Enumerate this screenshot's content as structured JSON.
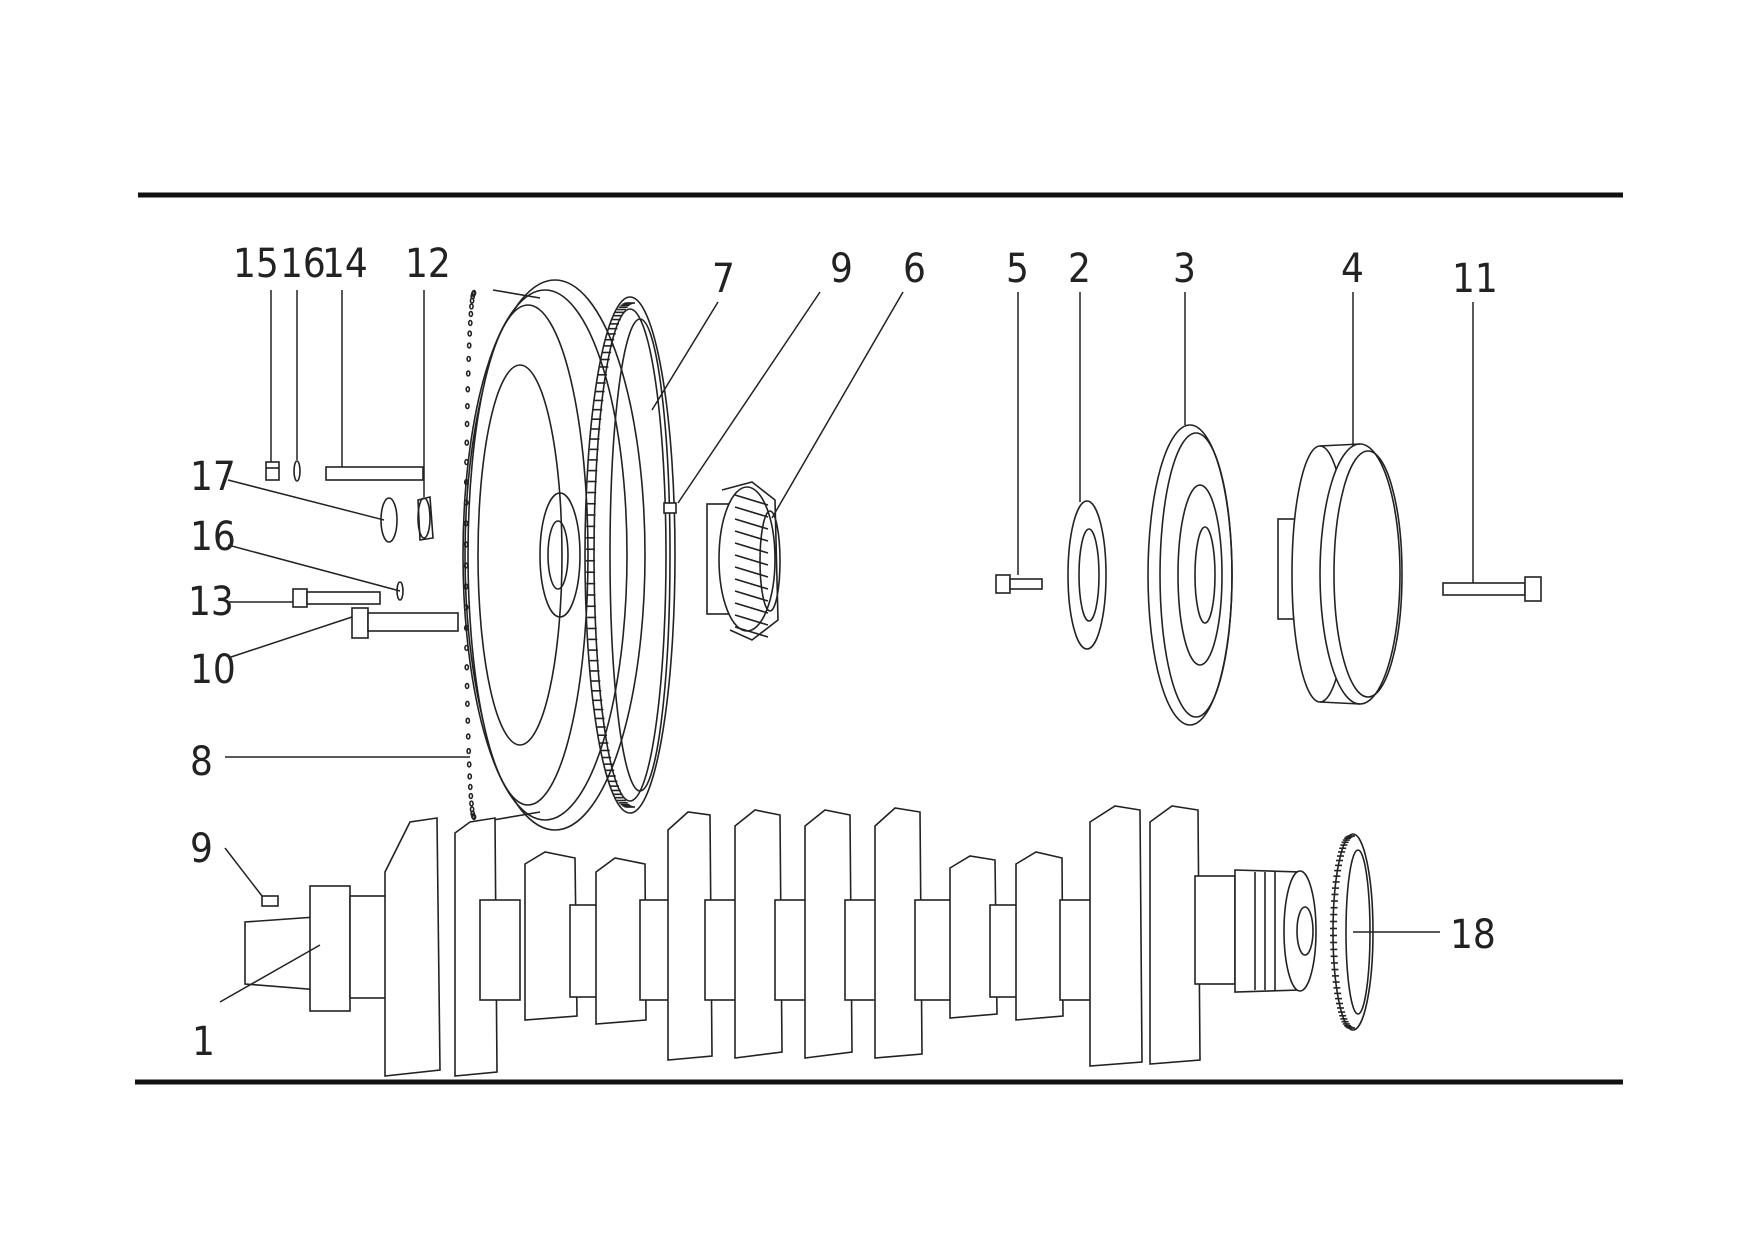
{
  "diagram": {
    "labels": [
      {
        "id": "15",
        "text": "15"
      },
      {
        "id": "16a",
        "text": "16"
      },
      {
        "id": "14",
        "text": "14"
      },
      {
        "id": "12",
        "text": "12"
      },
      {
        "id": "7",
        "text": "7"
      },
      {
        "id": "9a",
        "text": "9"
      },
      {
        "id": "6",
        "text": "6"
      },
      {
        "id": "5",
        "text": "5"
      },
      {
        "id": "2",
        "text": "2"
      },
      {
        "id": "3",
        "text": "3"
      },
      {
        "id": "4",
        "text": "4"
      },
      {
        "id": "11",
        "text": "11"
      },
      {
        "id": "17",
        "text": "17"
      },
      {
        "id": "16b",
        "text": "16"
      },
      {
        "id": "13",
        "text": "13"
      },
      {
        "id": "10",
        "text": "10"
      },
      {
        "id": "8",
        "text": "8"
      },
      {
        "id": "9b",
        "text": "9"
      },
      {
        "id": "1",
        "text": "1"
      },
      {
        "id": "18",
        "text": "18"
      }
    ]
  },
  "colors": {
    "ink": "#222222",
    "paper": "#ffffff"
  }
}
